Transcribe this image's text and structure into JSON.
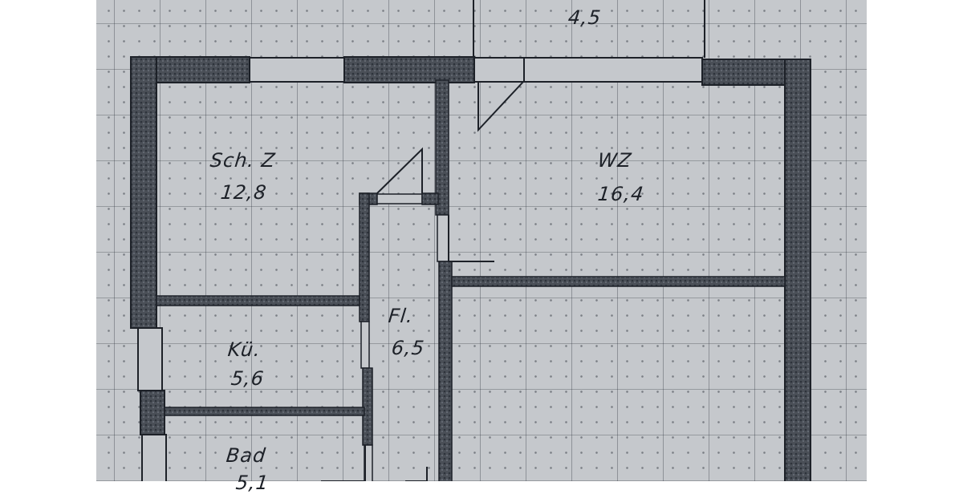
{
  "diagram": {
    "type": "floor-plan",
    "medium": "hand-drawn on graph paper",
    "colors": {
      "paper": "#c5c8cc",
      "wall_fill": "#4a4f57",
      "line": "#1d2128",
      "margin": "#ffffff"
    },
    "rooms": [
      {
        "id": "top-room",
        "name": "",
        "area": "4,5"
      },
      {
        "id": "sch-z",
        "name": "Sch. Z",
        "area": "12,8"
      },
      {
        "id": "wz",
        "name": "WZ",
        "area": "16,4"
      },
      {
        "id": "fl",
        "name": "Fl.",
        "area": "6,5"
      },
      {
        "id": "kue",
        "name": "Kü.",
        "area": "5,6"
      },
      {
        "id": "bad",
        "name": "Bad",
        "area": "5,1"
      }
    ]
  }
}
